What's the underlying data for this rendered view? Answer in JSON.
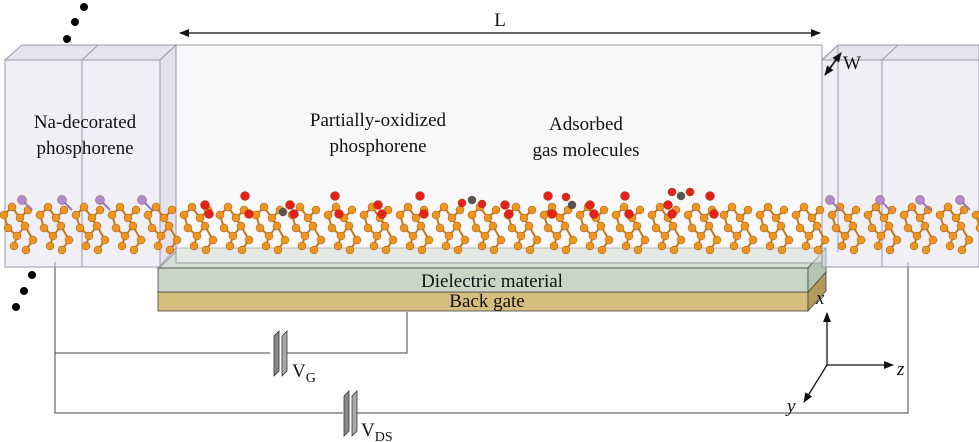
{
  "labels": {
    "length": "L",
    "width": "W",
    "left_region_line1": "Na-decorated",
    "left_region_line2": "phosphorene",
    "middle_region_line1": "Partially-oxidized",
    "middle_region_line2": "phosphorene",
    "right_region_line1": "Adsorbed",
    "right_region_line2": "gas molecules",
    "dielectric": "Dielectric material",
    "back_gate": "Back gate",
    "vg_main": "V",
    "vg_sub": "G",
    "vds_main": "V",
    "vds_sub": "DS",
    "axis_x": "x",
    "axis_y": "y",
    "axis_z": "z"
  },
  "colors": {
    "phosphorus": "#f0951e",
    "sodium": "#b08ad0",
    "oxygen": "#e8201a",
    "carbon": "#555555",
    "dielectric": "#c8d7c4",
    "back_gate": "#d6be7e",
    "box_fill": "#e9e6ef"
  }
}
